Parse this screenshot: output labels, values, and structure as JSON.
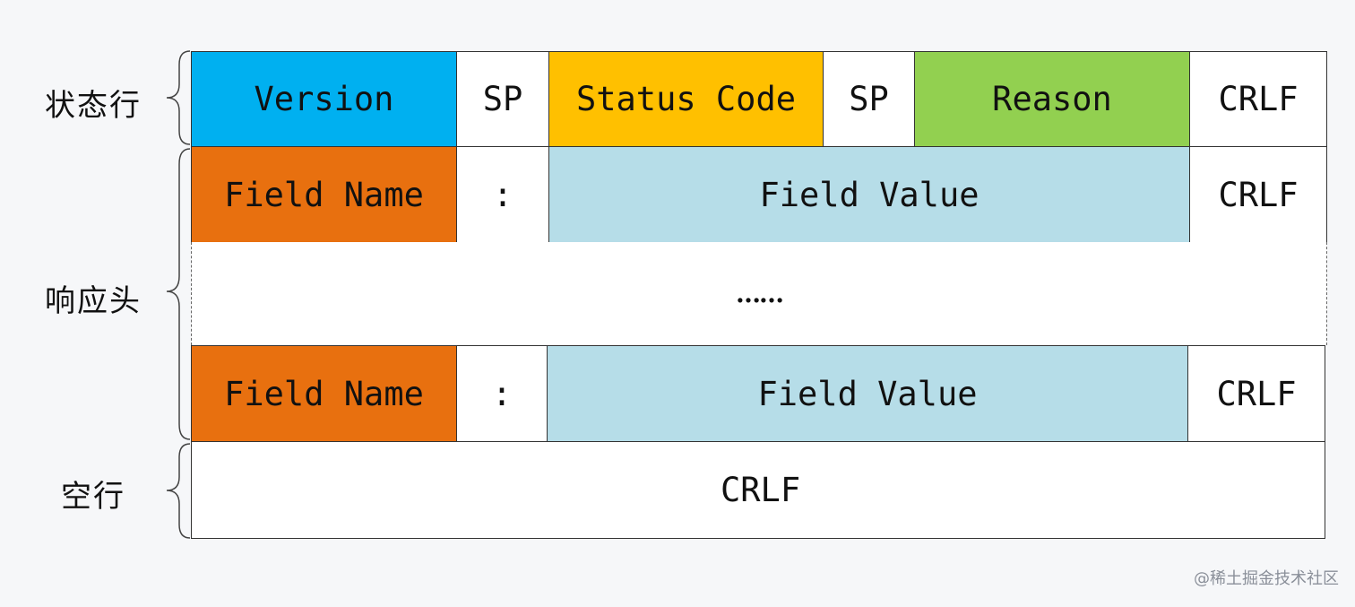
{
  "colors": {
    "version": "#00b0f0",
    "status_code": "#ffc000",
    "reason": "#92d050",
    "field_name": "#e8700f",
    "field_value": "#b6dde8",
    "plain": "#ffffff",
    "border": "#333333",
    "background": "#f6f7f9"
  },
  "sections": {
    "status_line": "状态行",
    "headers": "响应头",
    "blank_line": "空行"
  },
  "status_line": {
    "version": "Version",
    "sp1": "SP",
    "status_code": "Status Code",
    "sp2": "SP",
    "reason": "Reason",
    "crlf": "CRLF"
  },
  "header_rows": [
    {
      "name": "Field Name",
      "colon": ":",
      "value": "Field Value",
      "crlf": "CRLF"
    },
    {
      "name": "Field Name",
      "colon": ":",
      "value": "Field Value",
      "crlf": "CRLF"
    }
  ],
  "ellipsis": "……",
  "blank_line_crlf": "CRLF",
  "watermark": "@稀土掘金技术社区"
}
